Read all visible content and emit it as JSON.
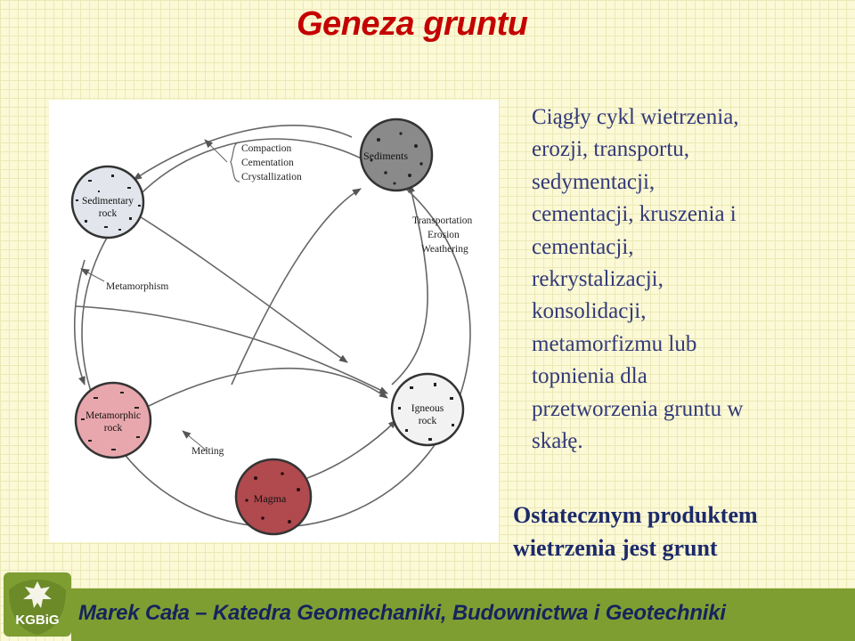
{
  "slide": {
    "title": "Geneza gruntu",
    "body_lines": [
      "Ciągły cykl wietrzenia,",
      "erozji, transportu,",
      "sedymentacji,",
      "cementacji, kruszenia i",
      "cementacji,",
      "rekrystalizacji,",
      "konsolidacji,",
      "metamorfizmu lub",
      "topnienia dla",
      "przetworzenia gruntu w",
      "skałę."
    ],
    "conclusion_lines": [
      "Ostatecznym produktem",
      "wietrzenia jest grunt"
    ],
    "footer": {
      "logo_text": "KGBiG",
      "text": "Marek Cała – Katedra Geomechaniki, Budownictwa i Geotechniki"
    }
  },
  "diagram": {
    "nodes": {
      "sediments": {
        "label": "Sediments",
        "color": "#8a8a8a"
      },
      "sedimentary": {
        "label_lines": [
          "Sedimentary",
          "rock"
        ],
        "color": "#e2e6ec"
      },
      "metamorphic": {
        "label_lines": [
          "Metamorphic",
          "rock"
        ],
        "color": "#e8a7ad"
      },
      "magma": {
        "label": "Magma",
        "color": "#b04a4e"
      },
      "igneous": {
        "label_lines": [
          "Igneous",
          "rock"
        ],
        "color": "#f2f2f2"
      }
    },
    "labels": {
      "compaction": "Compaction",
      "cementation": "Cementation",
      "crystallization": "Crystallization",
      "transportation": "Transportation",
      "erosion": "Erosion",
      "weathering": "Weathering",
      "metamorphism": "Metamorphism",
      "melting": "Melting"
    }
  },
  "colors": {
    "title": "#c40000",
    "body_text": "#333a78",
    "conclusion": "#1c2a6a",
    "footer_bar": "#7f9e32",
    "footer_text": "#16235e"
  }
}
